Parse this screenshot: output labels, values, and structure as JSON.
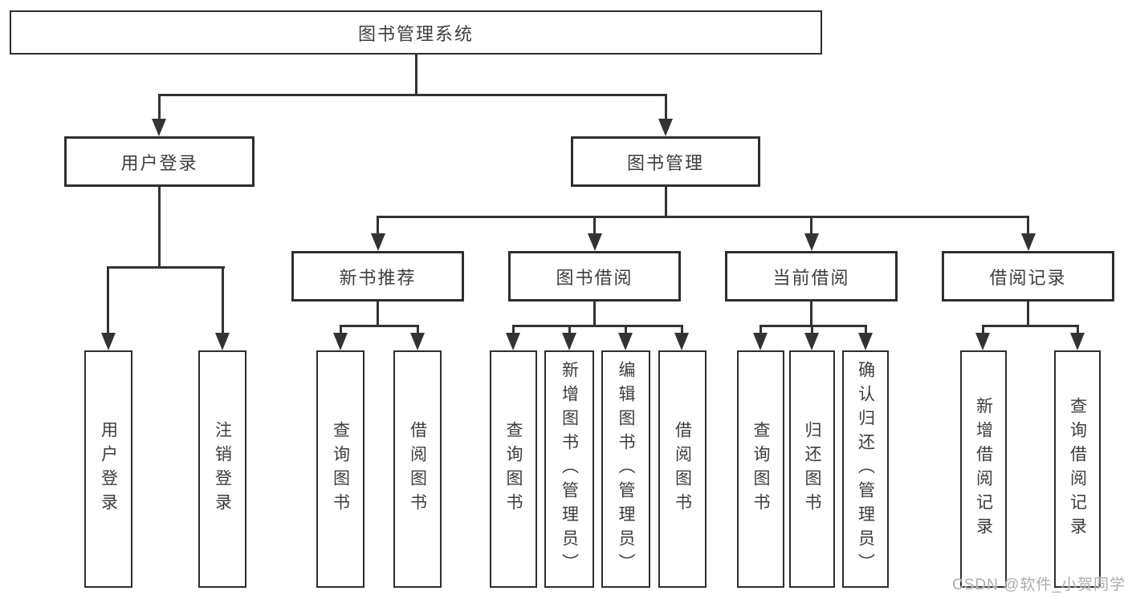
{
  "diagram": {
    "title": "图书管理系统",
    "root": {
      "label": "图书管理系统"
    },
    "level1": [
      {
        "label": "用户登录"
      },
      {
        "label": "图书管理"
      }
    ],
    "level2": [
      {
        "label": "新书推荐"
      },
      {
        "label": "图书借阅"
      },
      {
        "label": "当前借阅"
      },
      {
        "label": "借阅记录"
      }
    ],
    "leaves": [
      {
        "label": "用户登录"
      },
      {
        "label": "注销登录"
      },
      {
        "label": "查询图书"
      },
      {
        "label": "借阅图书"
      },
      {
        "label": "查询图书"
      },
      {
        "label": "新增图书（管理员）"
      },
      {
        "label": "编辑图书（管理员）"
      },
      {
        "label": "借阅图书"
      },
      {
        "label": "查询图书"
      },
      {
        "label": "归还图书"
      },
      {
        "label": "确认归还（管理员）"
      },
      {
        "label": "新增借阅记录"
      },
      {
        "label": "查询借阅记录"
      }
    ],
    "watermark": "CSDN @软件_小贺同学",
    "colors": {
      "stroke": "#333333",
      "border": "#2e2e2e",
      "text": "#3d3d3d",
      "background": "#ffffff",
      "watermark": "#adadad"
    }
  }
}
